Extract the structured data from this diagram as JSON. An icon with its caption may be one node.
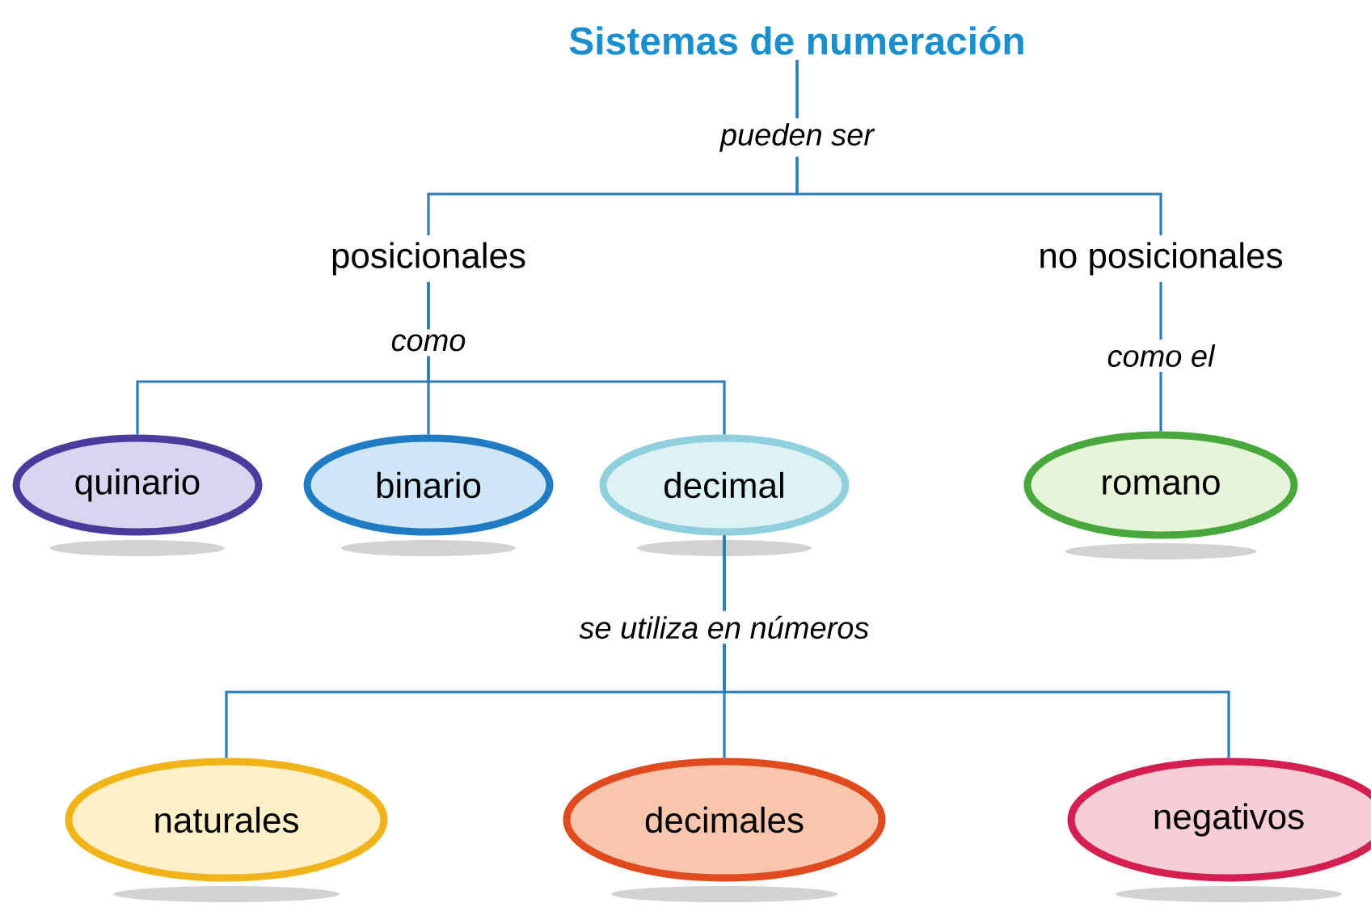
{
  "diagram": {
    "nodes": [
      {
        "text": [
          "Sistemas de numeración"
        ]
      },
      {
        "text": [
          "posicionales"
        ]
      },
      {
        "text": [
          "no posicionales"
        ]
      },
      {
        "text": [
          "quinario"
        ]
      },
      {
        "text": [
          "binario"
        ]
      },
      {
        "text": [
          "decimal"
        ]
      },
      {
        "text": [
          "romano"
        ]
      },
      {
        "text": [
          "naturales"
        ]
      },
      {
        "text": [
          "decimales"
        ]
      },
      {
        "text": [
          "negativos"
        ]
      }
    ],
    "edges": [
      {
        "from": 0,
        "to": 1,
        "arrow": "none",
        "label": "pueden ser"
      },
      {
        "from": 0,
        "to": 2,
        "arrow": "none"
      },
      {
        "from": 1,
        "to": 3,
        "arrow": "none",
        "label": "como"
      },
      {
        "from": 1,
        "to": 4,
        "arrow": "none"
      },
      {
        "from": 1,
        "to": 5,
        "arrow": "none"
      },
      {
        "from": 2,
        "to": 6,
        "arrow": "none",
        "label": "como el"
      },
      {
        "from": 5,
        "to": 7,
        "arrow": "none",
        "label": "se utiliza en números"
      },
      {
        "from": 5,
        "to": 8,
        "arrow": "none"
      },
      {
        "from": 5,
        "to": 9,
        "arrow": "none"
      }
    ]
  }
}
